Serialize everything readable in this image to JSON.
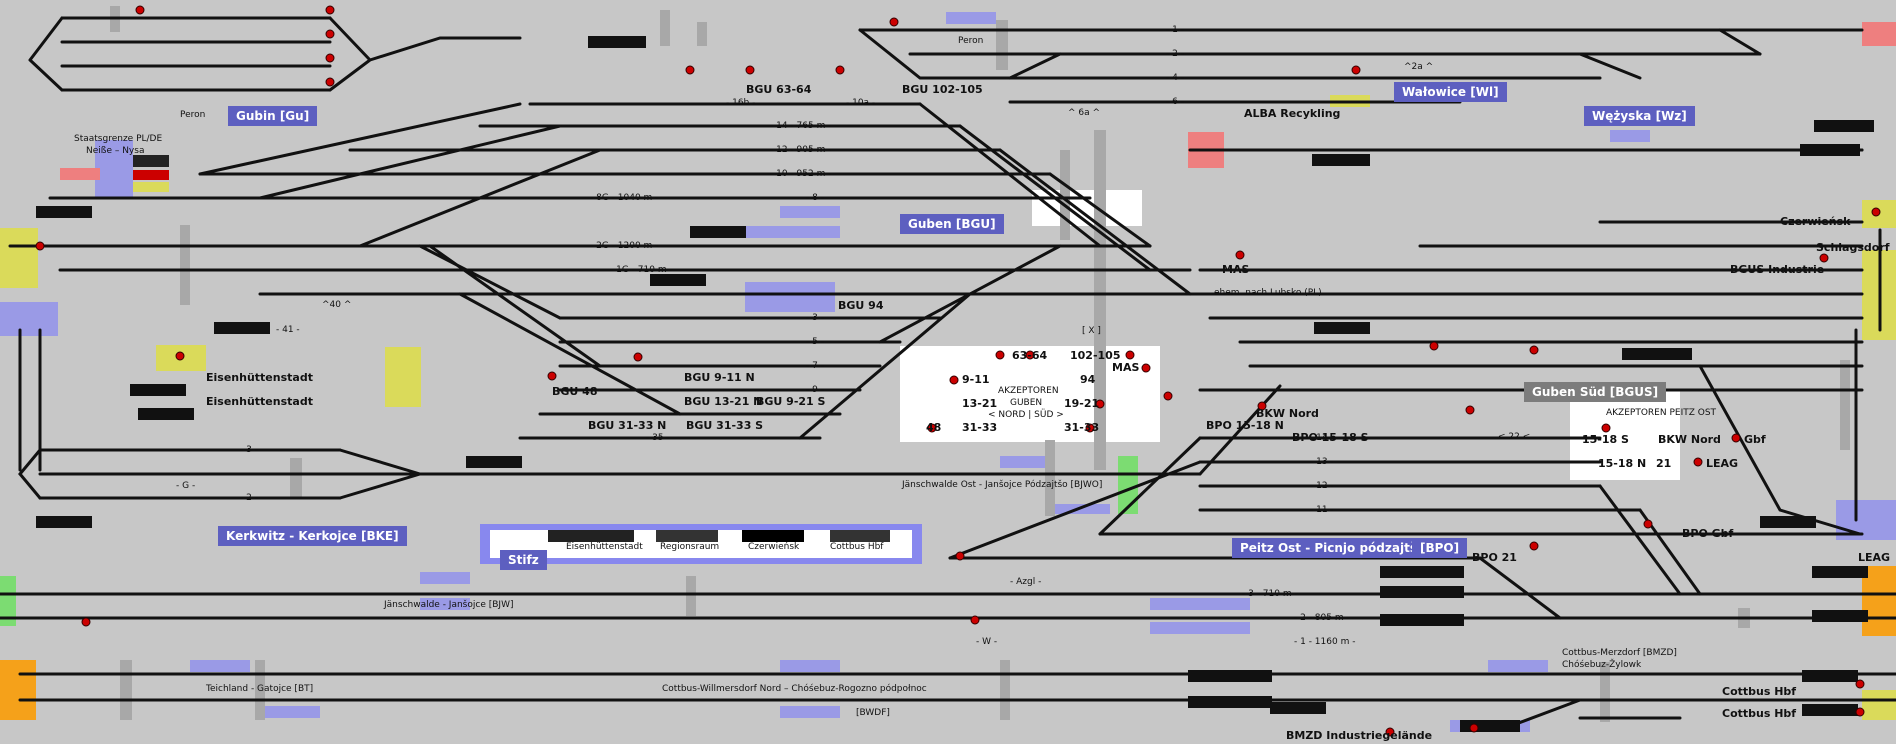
{
  "stations": {
    "gubin": "Gubin [Gu]",
    "guben": "Guben [BGU]",
    "walowice": "Wałowice [Wl]",
    "wezyska": "Wężyska [Wz]",
    "kerkwitz": "Kerkwitz - Kerkojce [BKE]",
    "stiftz": "Stifz",
    "peitz_ost": "Peitz Ost - Picnjo pódzajtšo",
    "bpo": "[BPO]",
    "guben_sued": "Guben Süd [BGUS]"
  },
  "labels": {
    "peron_top": "Peron",
    "peron_left": "Peron",
    "staatsgrenze": "Staatsgrenze PL/DE",
    "neisse": "Neiße – Nysa",
    "alba": "ALBA Recykling",
    "czerwiensk": "Czerwieńsk",
    "schlagsdorf": "Schlagsdorf",
    "bgus_industrie": "BGUS Industrie",
    "mas_top": "MAS",
    "lubsko": "ehem. nach Lubsko (PL)",
    "eisen1": "Eisenhüttenstadt",
    "eisen2": "Eisenhüttenstadt",
    "bgu6364": "BGU 63-64",
    "bgu102105": "BGU 102-105",
    "bgu94": "BGU 94",
    "bgu48": "BGU 48",
    "bgu911n": "BGU 9-11 N",
    "bgu1321n": "BGU 13-21 N",
    "bgu921s": "BGU 9-21 S",
    "bgu3133n": "BGU 31-33 N",
    "bgu3133s": "BGU 31-33 S",
    "bkw_nord": "BKW Nord",
    "bpo1518n": "BPO 15-18 N",
    "bpo1518s": "BPO 15-18 S",
    "bpo21": "BPO 21",
    "bpo_gbf": "BPO Gbf",
    "leag": "LEAG",
    "jaenschwalde_ost": "Jänschwalde Ost - Janšojce Pódzajtšo [BJWO]",
    "jaenschwalde": "Jänschwalde - Janšojce [BJW]",
    "teichland": "Teichland - Gatojce [BT]",
    "cottbus_willmersdorf": "Cottbus-Willmersdorf Nord   –   Chóśebuz-Rogozno pódpołnoc",
    "bwdf": "[BWDF]",
    "cottbus_merzdorf": "Cottbus-Merzdorf [BMZD]",
    "chosebuz_zylowk": "Chóśebuz-Žylowk",
    "cottbus_hbf1": "Cottbus Hbf",
    "cottbus_hbf2": "Cottbus Hbf",
    "bmzd": "BMZD Industriegelände",
    "a2a": "^2a ^",
    "a6a": "^ 6a ^",
    "a40": "^40 ^",
    "a22": "< 22 <",
    "x": "[ X ]",
    "akz_guben_title": "AKZEPTOREN",
    "akz_guben_sub": "GUBEN",
    "akz_guben_ns": "< NORD | SÜD >",
    "akz_peitz": "AKZEPTOREN PEITZ OST",
    "akz_6364": "63-64",
    "akz_102105": "102-105",
    "akz_911": "9-11",
    "akz_94": "94",
    "akz_mas": "MAS",
    "akz_1321": "13-21",
    "akz_1921": "19-21",
    "akz_48": "48",
    "akz_3133a": "31-33",
    "akz_3133b": "31-33",
    "akz_1518s": "15-18 S",
    "akz_bkwnord": "BKW Nord",
    "akz_gbf": "Gbf",
    "akz_1518n": "15-18 N",
    "akz_21": "21",
    "akz_leag": "LEAG"
  },
  "tracks": {
    "t16b": "- 16b -",
    "t10a": "- 10a -",
    "t14": "- 14 - 765 m -",
    "t12": "- 12 - 905 m -",
    "t10": "- 10 - 952 m -",
    "t8g": "- 8G - 1040 m -",
    "t8": "- 8 -",
    "t2g": "- 2G - 1200 m -",
    "t1g": "- 1G - 710 m -",
    "t3": "- 3 -",
    "t41": "- 41 -",
    "t5": "- 5 -",
    "t7": "- 7 -",
    "t9": "- 9 -",
    "t35": "- 35 -",
    "tg1": "- G -",
    "t2l": "- 2 -",
    "t3l": "- 3 -",
    "t3b": "- 3 - 710 m -",
    "t2b": "- 2 - 805 m -",
    "t1b": "- 1 - 1160 m -",
    "tw": "- W -",
    "tazgl": "- Azgl -",
    "t14p": "- 14 -",
    "t13p": "- 13 -",
    "t12p": "- 12 -",
    "t11p": "- 11 -",
    "t1r": "- 1 -",
    "t2r": "- 2 -",
    "t4r": "- 4 -",
    "t6r": "- 6 -"
  },
  "legend": {
    "eisen": "Eisenhüttenstadt",
    "regionsraum": "Regionsraum",
    "czerwiensk": "Czerwieńsk",
    "cottbus": "Cottbus Hbf"
  }
}
